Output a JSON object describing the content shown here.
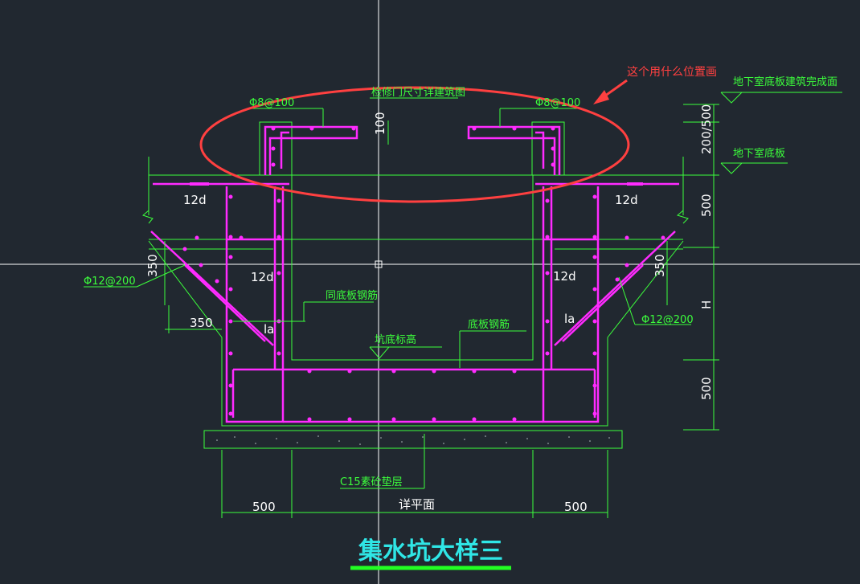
{
  "drawing": {
    "title": "集水坑大样三",
    "colors": {
      "background": "#212830",
      "rebar": "#ff2bff",
      "annotation": "#3cff3c",
      "dimension_text": "#ffffff",
      "callout": "#ff4040",
      "title": "#2fe6e6",
      "crosshair": "#ffffff"
    },
    "labels": {
      "access_opening": "检修门尺寸详建筑图",
      "rebar_left_top": "Φ8@100",
      "rebar_right_top": "Φ8@100",
      "dim_100": "100",
      "dim_200_500": "200/500",
      "left_12d_top": "12d",
      "right_12d_top": "12d",
      "left_12d_mid": "12d",
      "right_12d_mid": "12d",
      "left_350_v": "350",
      "right_350_v": "350",
      "left_350_h": "350",
      "left_rebar_slope": "Φ12@200",
      "right_rebar_slope": "Φ12@200",
      "la_left": "la",
      "la_right": "la",
      "same_slab_rebar": "同底板钢筋",
      "pit_bottom_elev": "坑底标高",
      "slab_rebar": "底板钢筋",
      "concrete_cushion": "C15素砼垫层",
      "plan_detail": "详平面",
      "dim_500_left": "500",
      "dim_500_right": "500",
      "dim_500_v_top": "500",
      "dim_H": "H",
      "dim_500_v_bottom": "500",
      "basement_finish": "地下室底板建筑完成面",
      "basement_slab": "地下室底板"
    },
    "callout": {
      "question": "这个用什么位置画"
    }
  }
}
